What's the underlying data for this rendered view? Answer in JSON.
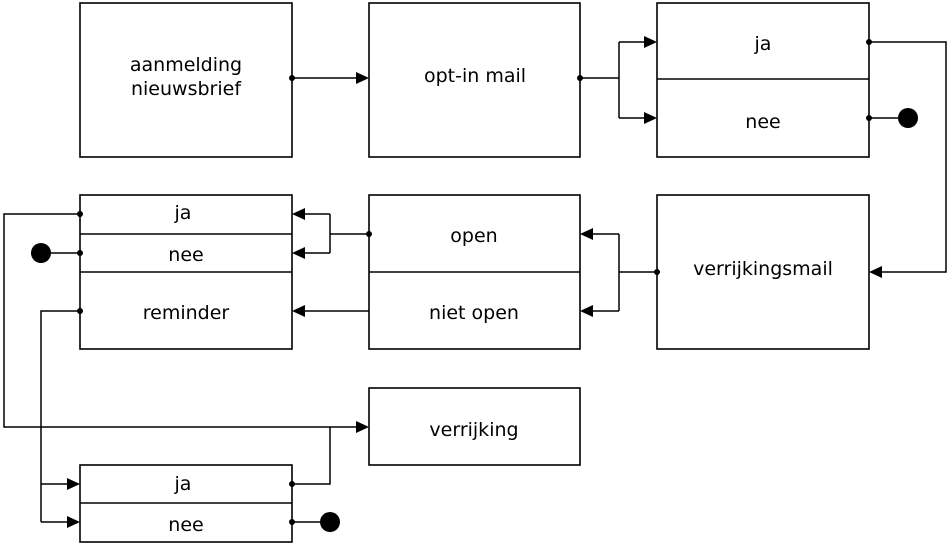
{
  "nodes": {
    "aanmelding": {
      "line1": "aanmelding",
      "line2": "nieuwsbrief"
    },
    "optin": {
      "label": "opt-in mail"
    },
    "optin_ja": {
      "label": "ja"
    },
    "optin_nee": {
      "label": "nee"
    },
    "verrijkingsmail": {
      "label": "verrijkingsmail"
    },
    "open": {
      "label": "open"
    },
    "niet_open": {
      "label": "niet open"
    },
    "resp_ja": {
      "label": "ja"
    },
    "resp_nee": {
      "label": "nee"
    },
    "reminder": {
      "label": "reminder"
    },
    "verrijking": {
      "label": "verrijking"
    },
    "rem_ja": {
      "label": "ja"
    },
    "rem_nee": {
      "label": "nee"
    }
  }
}
